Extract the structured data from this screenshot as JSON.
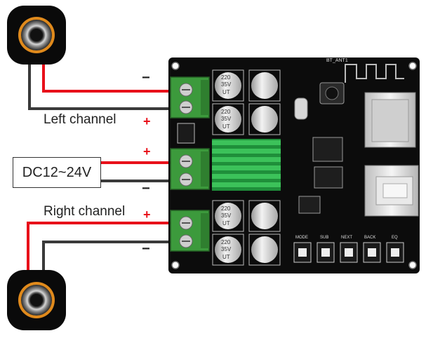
{
  "labels": {
    "left_channel": "Left channel",
    "right_channel": "Right channel",
    "power": "DC12~24V"
  },
  "polarity": {
    "left_minus": "−",
    "left_plus": "+",
    "power_plus": "+",
    "power_minus": "−",
    "right_plus": "+",
    "right_minus": "−"
  },
  "board_silkscreen": {
    "antenna": "BT_ANT1",
    "buttons": [
      "MODE",
      "SUB",
      "NEXT",
      "BACK",
      "EQ"
    ],
    "cap_text_line1": "220",
    "cap_text_line2": "35V",
    "cap_text_line3": "UT"
  },
  "colors": {
    "wire_positive": "#e8101a",
    "wire_negative": "#3a3a3a",
    "terminal_green": "#3c9a3c",
    "heatsink_green": "#2faa4a",
    "board_black": "#0c0c0c"
  }
}
